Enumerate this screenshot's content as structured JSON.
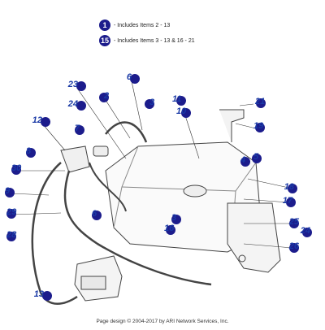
{
  "legend": [
    {
      "badge": "1",
      "text": "- Includes Items 2 - 13"
    },
    {
      "badge": "15",
      "text": "- Includes Items 3 - 13 & 16 - 21"
    }
  ],
  "callouts": {
    "c23": "23",
    "c6a": "6",
    "c2": "2",
    "c3a": "3",
    "c24": "24",
    "c7": "7",
    "c12": "12",
    "c8": "8",
    "c30": "30",
    "c9": "9",
    "c29": "29",
    "c28": "28",
    "c6b": "6",
    "c11": "11",
    "c10": "10",
    "c21": "21",
    "c19": "19",
    "c4": "4",
    "c5": "5",
    "c18": "18",
    "c17": "17",
    "c3b": "3",
    "c16": "16",
    "c25": "25",
    "c24b": "24",
    "c26": "26",
    "c13": "13"
  },
  "footer": "Page design © 2004-2017 by ARI Network Services, Inc."
}
